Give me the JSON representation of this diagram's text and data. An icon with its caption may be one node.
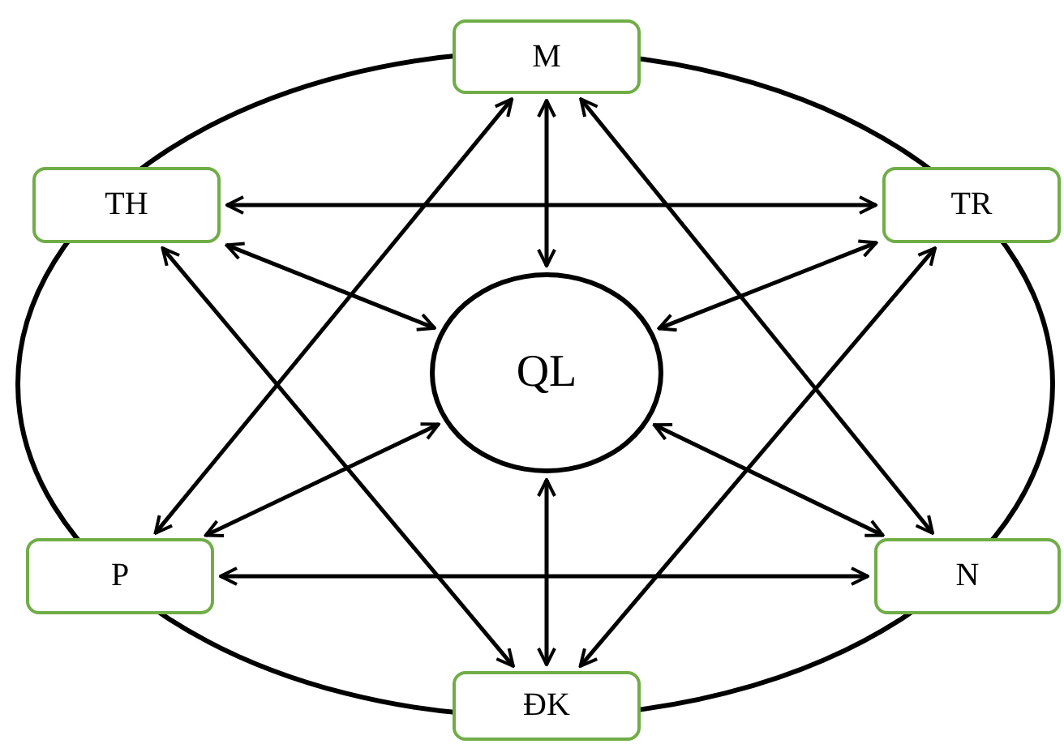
{
  "diagram": {
    "nodes": [
      {
        "text": [
          "M"
        ]
      },
      {
        "text": [
          "TH"
        ]
      },
      {
        "text": [
          "TR"
        ]
      },
      {
        "text": [
          "QL"
        ]
      },
      {
        "text": [
          "P"
        ]
      },
      {
        "text": [
          "N"
        ]
      },
      {
        "text": [
          "ĐK"
        ]
      }
    ],
    "edges": [
      {
        "from": 1,
        "to": 2,
        "arrow": "both"
      },
      {
        "from": 4,
        "to": 5,
        "arrow": "both"
      },
      {
        "from": 0,
        "to": 3,
        "arrow": "both"
      },
      {
        "from": 1,
        "to": 3,
        "arrow": "both"
      },
      {
        "from": 2,
        "to": 3,
        "arrow": "both"
      },
      {
        "from": 4,
        "to": 3,
        "arrow": "both"
      },
      {
        "from": 5,
        "to": 3,
        "arrow": "both"
      },
      {
        "from": 6,
        "to": 3,
        "arrow": "both"
      },
      {
        "from": 0,
        "to": 4,
        "arrow": "both"
      },
      {
        "from": 0,
        "to": 5,
        "arrow": "both"
      },
      {
        "from": 1,
        "to": 6,
        "arrow": "both"
      },
      {
        "from": 2,
        "to": 6,
        "arrow": "both"
      }
    ]
  }
}
